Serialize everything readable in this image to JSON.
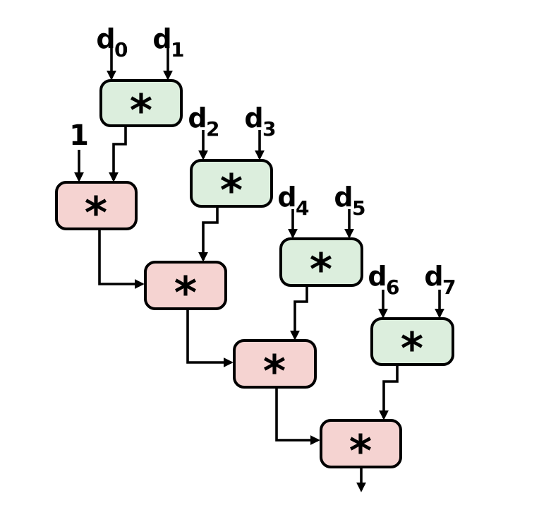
{
  "diagram": {
    "operator": "*",
    "initial_value": "1",
    "inputs": [
      {
        "base": "d",
        "sub": "0"
      },
      {
        "base": "d",
        "sub": "1"
      },
      {
        "base": "d",
        "sub": "2"
      },
      {
        "base": "d",
        "sub": "3"
      },
      {
        "base": "d",
        "sub": "4"
      },
      {
        "base": "d",
        "sub": "5"
      },
      {
        "base": "d",
        "sub": "6"
      },
      {
        "base": "d",
        "sub": "7"
      }
    ],
    "colors": {
      "pair_box_fill": "#dceedd",
      "accumulator_box_fill": "#f5d3d1",
      "stroke": "#000000",
      "background": "#ffffff"
    },
    "edges": [
      "d0->pair1",
      "d1->pair1",
      "d2->pair2",
      "d3->pair2",
      "d4->pair3",
      "d5->pair3",
      "d6->pair4",
      "d7->pair4",
      "1->acc1",
      "pair1->acc1",
      "acc1->acc2",
      "pair2->acc2",
      "acc2->acc3",
      "pair3->acc3",
      "acc3->acc4",
      "pair4->acc4",
      "acc4->output"
    ]
  }
}
